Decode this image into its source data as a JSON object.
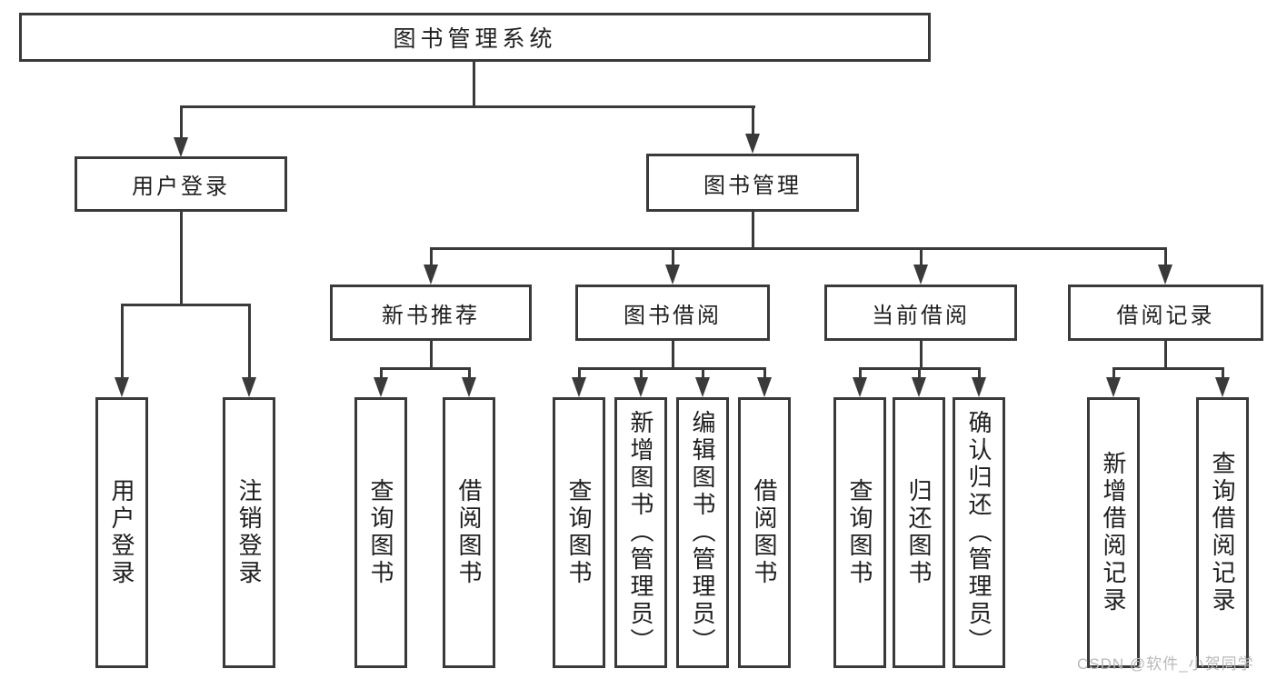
{
  "diagram": {
    "root": "图书管理系统",
    "branches": [
      {
        "label": "用户登录",
        "children": [
          "用户登录",
          "注销登录"
        ]
      },
      {
        "label": "图书管理",
        "groups": [
          {
            "label": "新书推荐",
            "children": [
              "查询图书",
              "借阅图书"
            ]
          },
          {
            "label": "图书借阅",
            "children": [
              "查询图书",
              "新增图书（管理员）",
              "编辑图书（管理员）",
              "借阅图书"
            ]
          },
          {
            "label": "当前借阅",
            "children": [
              "查询图书",
              "归还图书",
              "确认归还（管理员）"
            ]
          },
          {
            "label": "借阅记录",
            "children": [
              "新增借阅记录",
              "查询借阅记录"
            ]
          }
        ]
      }
    ]
  },
  "watermark": "CSDN @软件_小贺同学",
  "colors": {
    "line": "#3a3a3a",
    "text": "#1e1e1e",
    "watermark": "#b9b9b9",
    "background": "#ffffff"
  }
}
